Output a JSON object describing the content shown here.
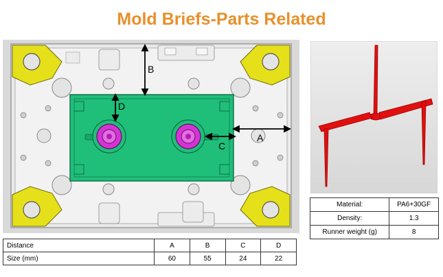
{
  "title": "Mold Briefs-Parts Related",
  "mold_labels": {
    "a": "A",
    "b": "B",
    "c": "C",
    "d": "D"
  },
  "distance_table": {
    "header": [
      "Distance",
      "A",
      "B",
      "C",
      "D"
    ],
    "row": [
      "Size (mm)",
      "60",
      "55",
      "24",
      "22"
    ]
  },
  "material_table": {
    "rows": [
      {
        "label": "Material:",
        "value": "PA6+30GF"
      },
      {
        "label": "Density:",
        "value": "1.3"
      },
      {
        "label": "Runner weight (g)",
        "value": "8"
      }
    ]
  },
  "colors": {
    "title": "#e8902b",
    "cavity_plate": "#1fbf7a",
    "cavity": "#d633d6",
    "clamp": "#e6e01a",
    "runner": "#e01010"
  }
}
